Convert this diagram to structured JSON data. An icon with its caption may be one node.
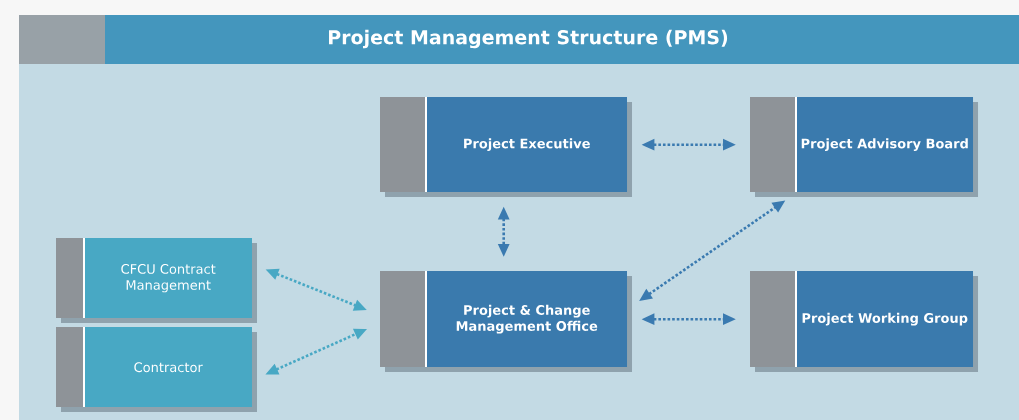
{
  "diagram": {
    "title": "Project Management Structure (PMS)",
    "nodes": [
      {
        "text": [
          "Project Executive"
        ]
      },
      {
        "text": [
          "Project Advisory Board"
        ]
      },
      {
        "text": [
          "CFCU Contract Management"
        ]
      },
      {
        "text": [
          "Project & Change Management Office"
        ]
      },
      {
        "text": [
          "Project Working Group"
        ]
      },
      {
        "text": [
          "Contractor"
        ]
      }
    ],
    "edges": [
      {
        "from": 0,
        "to": 1,
        "arrow": "both"
      },
      {
        "from": 0,
        "to": 3,
        "arrow": "both"
      },
      {
        "from": 3,
        "to": 1,
        "arrow": "both"
      },
      {
        "from": 2,
        "to": 3,
        "arrow": "both",
        "color": "#48a8c4"
      },
      {
        "from": 3,
        "to": 4,
        "arrow": "both"
      },
      {
        "from": 5,
        "to": 3,
        "arrow": "both",
        "color": "#48a8c4"
      }
    ]
  }
}
